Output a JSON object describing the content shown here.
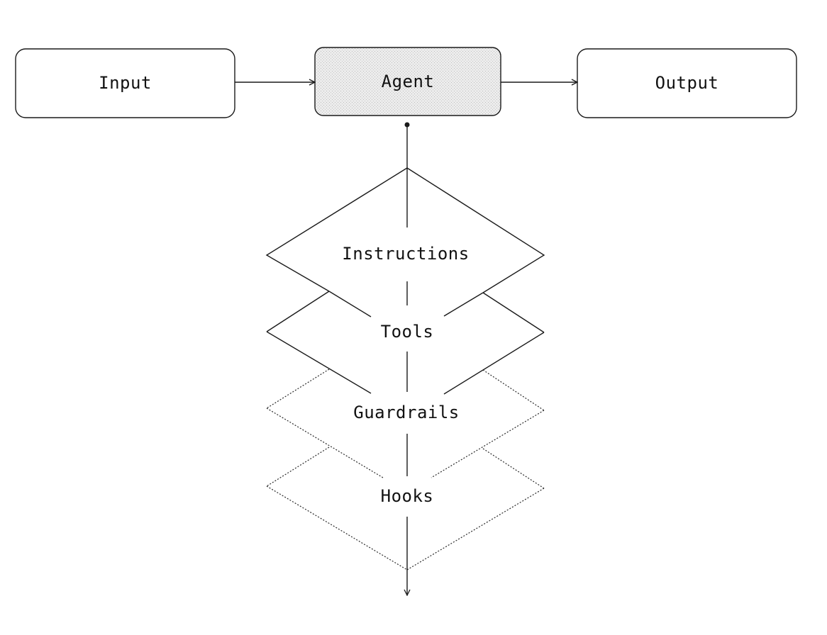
{
  "nodes": {
    "input": "Input",
    "agent": "Agent",
    "output": "Output"
  },
  "layers": [
    {
      "label": "Instructions",
      "style": "solid"
    },
    {
      "label": "Tools",
      "style": "solid"
    },
    {
      "label": "Guardrails",
      "style": "dotted"
    },
    {
      "label": "Hooks",
      "style": "dotted"
    }
  ],
  "colors": {
    "stroke": "#1a1a1a",
    "agent_fill": "#e6e6e6",
    "background": "#ffffff"
  }
}
